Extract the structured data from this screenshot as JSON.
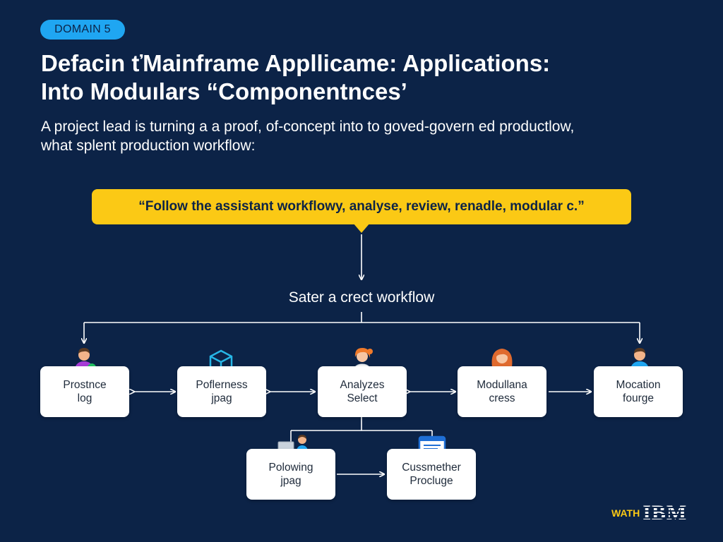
{
  "badge": "DOMAIN 5",
  "title": {
    "line1": "Defacin ťMainframe Appllicame: Applications:",
    "line2": "Into Moduılars “Componentnces’"
  },
  "subtitle": {
    "line1": "A project lead is turning a a proof, of-concept into to goved-govern ed productlow,",
    "line2": "what splent production workflow:"
  },
  "callout": "“Follow the assistant workflowy, analyse, review, renadle, modular c.”",
  "flow_label": "Sater a crect workflow",
  "nodes": [
    {
      "id": "n1",
      "line1": "Prostnce",
      "line2": "log",
      "icon": "person-icon"
    },
    {
      "id": "n2",
      "line1": "Poflerness",
      "line2": "jpag",
      "icon": "cube-icon"
    },
    {
      "id": "n3",
      "line1": "Analyzes",
      "line2": "Select",
      "icon": "scientist-icon"
    },
    {
      "id": "n4",
      "line1": "Modullana",
      "line2": "cress",
      "icon": "woman-icon"
    },
    {
      "id": "n5",
      "line1": "Mocation",
      "line2": "fourge",
      "icon": "person-icon"
    },
    {
      "id": "n6",
      "line1": "Polowing",
      "line2": "jpag",
      "icon": "laptop-user-icon"
    },
    {
      "id": "n7",
      "line1": "Cussmether",
      "line2": "Procluge",
      "icon": "document-icon"
    }
  ],
  "brand": {
    "small": "WATH",
    "logo": "IBM"
  },
  "colors": {
    "background": "#0c2347",
    "accent_yellow": "#fbc915",
    "accent_blue": "#1fa6f2",
    "node_fill": "#ffffff"
  }
}
